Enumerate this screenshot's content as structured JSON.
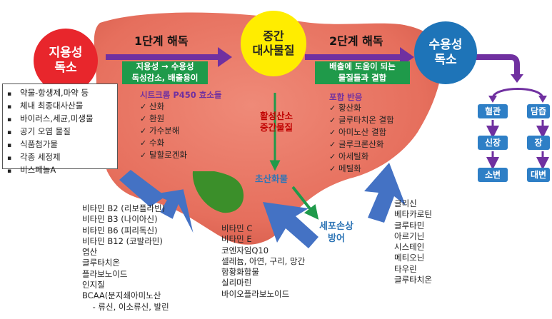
{
  "colors": {
    "liver": "#e66f5d",
    "toxin": "#e8262c",
    "intermediate": "#ffed00",
    "watersoluble": "#1e74b8",
    "arrow_purple": "#7030a0",
    "green": "#1f9a4a",
    "blue_arrow": "#4472c4",
    "tag_blue": "#2e7fc6"
  },
  "nodes": {
    "fat_soluble": "지용성\n독소",
    "intermediate": "중간\n대사물질",
    "water_soluble": "수용성\n독소"
  },
  "phases": {
    "phase1_title": "1단계 해독",
    "phase1_box": "지용성 → 수용성\n독성감소, 배출용이",
    "phase2_title": "2단계 해독",
    "phase2_box": "배출에 도움이 되는\n물질들과 결합"
  },
  "toxin_sources": [
    "약물-항생제,마약 등",
    "체내 최종대사산물",
    "바이러스,세균,미생물",
    "공기 오염 물질",
    "식품첨가물",
    "각종 세정제",
    "비스페놀A"
  ],
  "phase1": {
    "title": "시트크롬 P450 효소들",
    "items": [
      "산화",
      "환원",
      "가수분해",
      "수화",
      "탈할로겐화"
    ]
  },
  "phase2": {
    "title": "포합 반응",
    "items": [
      "황산화",
      "글루타치온 결합",
      "아미노산 결합",
      "글루크론산화",
      "아세틸화",
      "메틸화"
    ]
  },
  "center": {
    "reactive": "활성산소\n중간물질",
    "superoxide": "초산화물",
    "defense": "세포손상\n방어"
  },
  "nutrients_phase1": [
    "비타민 B2 (리보플라빈)",
    "비타민 B3 (나이아신)",
    "비타민 B6 (피리독신)",
    "비타민 B12 (코발라민)",
    "엽산",
    "글루타치온",
    "플라보노이드",
    "인지질",
    "BCAA(분지쇄아미노산",
    "    - 류신, 이소류신, 발린"
  ],
  "nutrients_antiox": [
    "비타민 C",
    "비타민 E",
    "코엔자임Q10",
    "셀레늄, 아연, 구리, 망간",
    "함황화합물",
    "실리마린",
    "바이오플라보노이드"
  ],
  "nutrients_phase2": [
    "글리신",
    "베타카로틴",
    "글루타민",
    "아르기닌",
    "시스테인",
    "메티오닌",
    "타우린",
    "글루타치온"
  ],
  "excretion": {
    "left": [
      "혈관",
      "신장",
      "소변"
    ],
    "right": [
      "담즙",
      "장",
      "대변"
    ]
  }
}
